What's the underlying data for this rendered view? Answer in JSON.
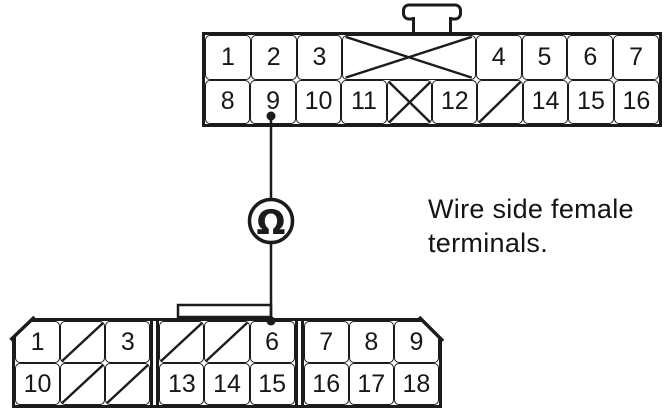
{
  "caption": {
    "text": "Wire side female terminals."
  },
  "ohmmeter": {
    "symbol": "Ω",
    "instrument": "ohmmeter",
    "top_connector_terminal": "9",
    "bottom_connector_terminal": "6"
  },
  "colors": {
    "line": "#1b1b1b",
    "background": "#ffffff"
  },
  "top_connector": {
    "description": "16-pin connector with lock tab on top",
    "rows": [
      [
        {
          "type": "num",
          "label": "1"
        },
        {
          "type": "num",
          "label": "2"
        },
        {
          "type": "num",
          "label": "3"
        },
        {
          "type": "x",
          "span": 3
        },
        {
          "type": "num",
          "label": "4"
        },
        {
          "type": "num",
          "label": "5"
        },
        {
          "type": "num",
          "label": "6"
        },
        {
          "type": "num",
          "label": "7"
        }
      ],
      [
        {
          "type": "num",
          "label": "8"
        },
        {
          "type": "num",
          "label": "9",
          "probe": true
        },
        {
          "type": "num",
          "label": "10"
        },
        {
          "type": "num",
          "label": "11"
        },
        {
          "type": "x"
        },
        {
          "type": "num",
          "label": "12"
        },
        {
          "type": "diag"
        },
        {
          "type": "num",
          "label": "14"
        },
        {
          "type": "num",
          "label": "15"
        },
        {
          "type": "num",
          "label": "16"
        }
      ]
    ]
  },
  "bottom_connector": {
    "description": "18-pin connector with chamfered corners and grouped cavities",
    "rows": [
      [
        {
          "type": "num",
          "label": "1"
        },
        {
          "type": "diag"
        },
        {
          "type": "num",
          "label": "3"
        },
        {
          "type": "sep"
        },
        {
          "type": "diag"
        },
        {
          "type": "diag"
        },
        {
          "type": "num",
          "label": "6",
          "probe": true
        },
        {
          "type": "sep"
        },
        {
          "type": "num",
          "label": "7"
        },
        {
          "type": "num",
          "label": "8"
        },
        {
          "type": "num",
          "label": "9"
        }
      ],
      [
        {
          "type": "num",
          "label": "10"
        },
        {
          "type": "diag"
        },
        {
          "type": "diag"
        },
        {
          "type": "sep"
        },
        {
          "type": "num",
          "label": "13"
        },
        {
          "type": "num",
          "label": "14"
        },
        {
          "type": "num",
          "label": "15"
        },
        {
          "type": "sep"
        },
        {
          "type": "num",
          "label": "16"
        },
        {
          "type": "num",
          "label": "17"
        },
        {
          "type": "num",
          "label": "18"
        }
      ]
    ]
  }
}
